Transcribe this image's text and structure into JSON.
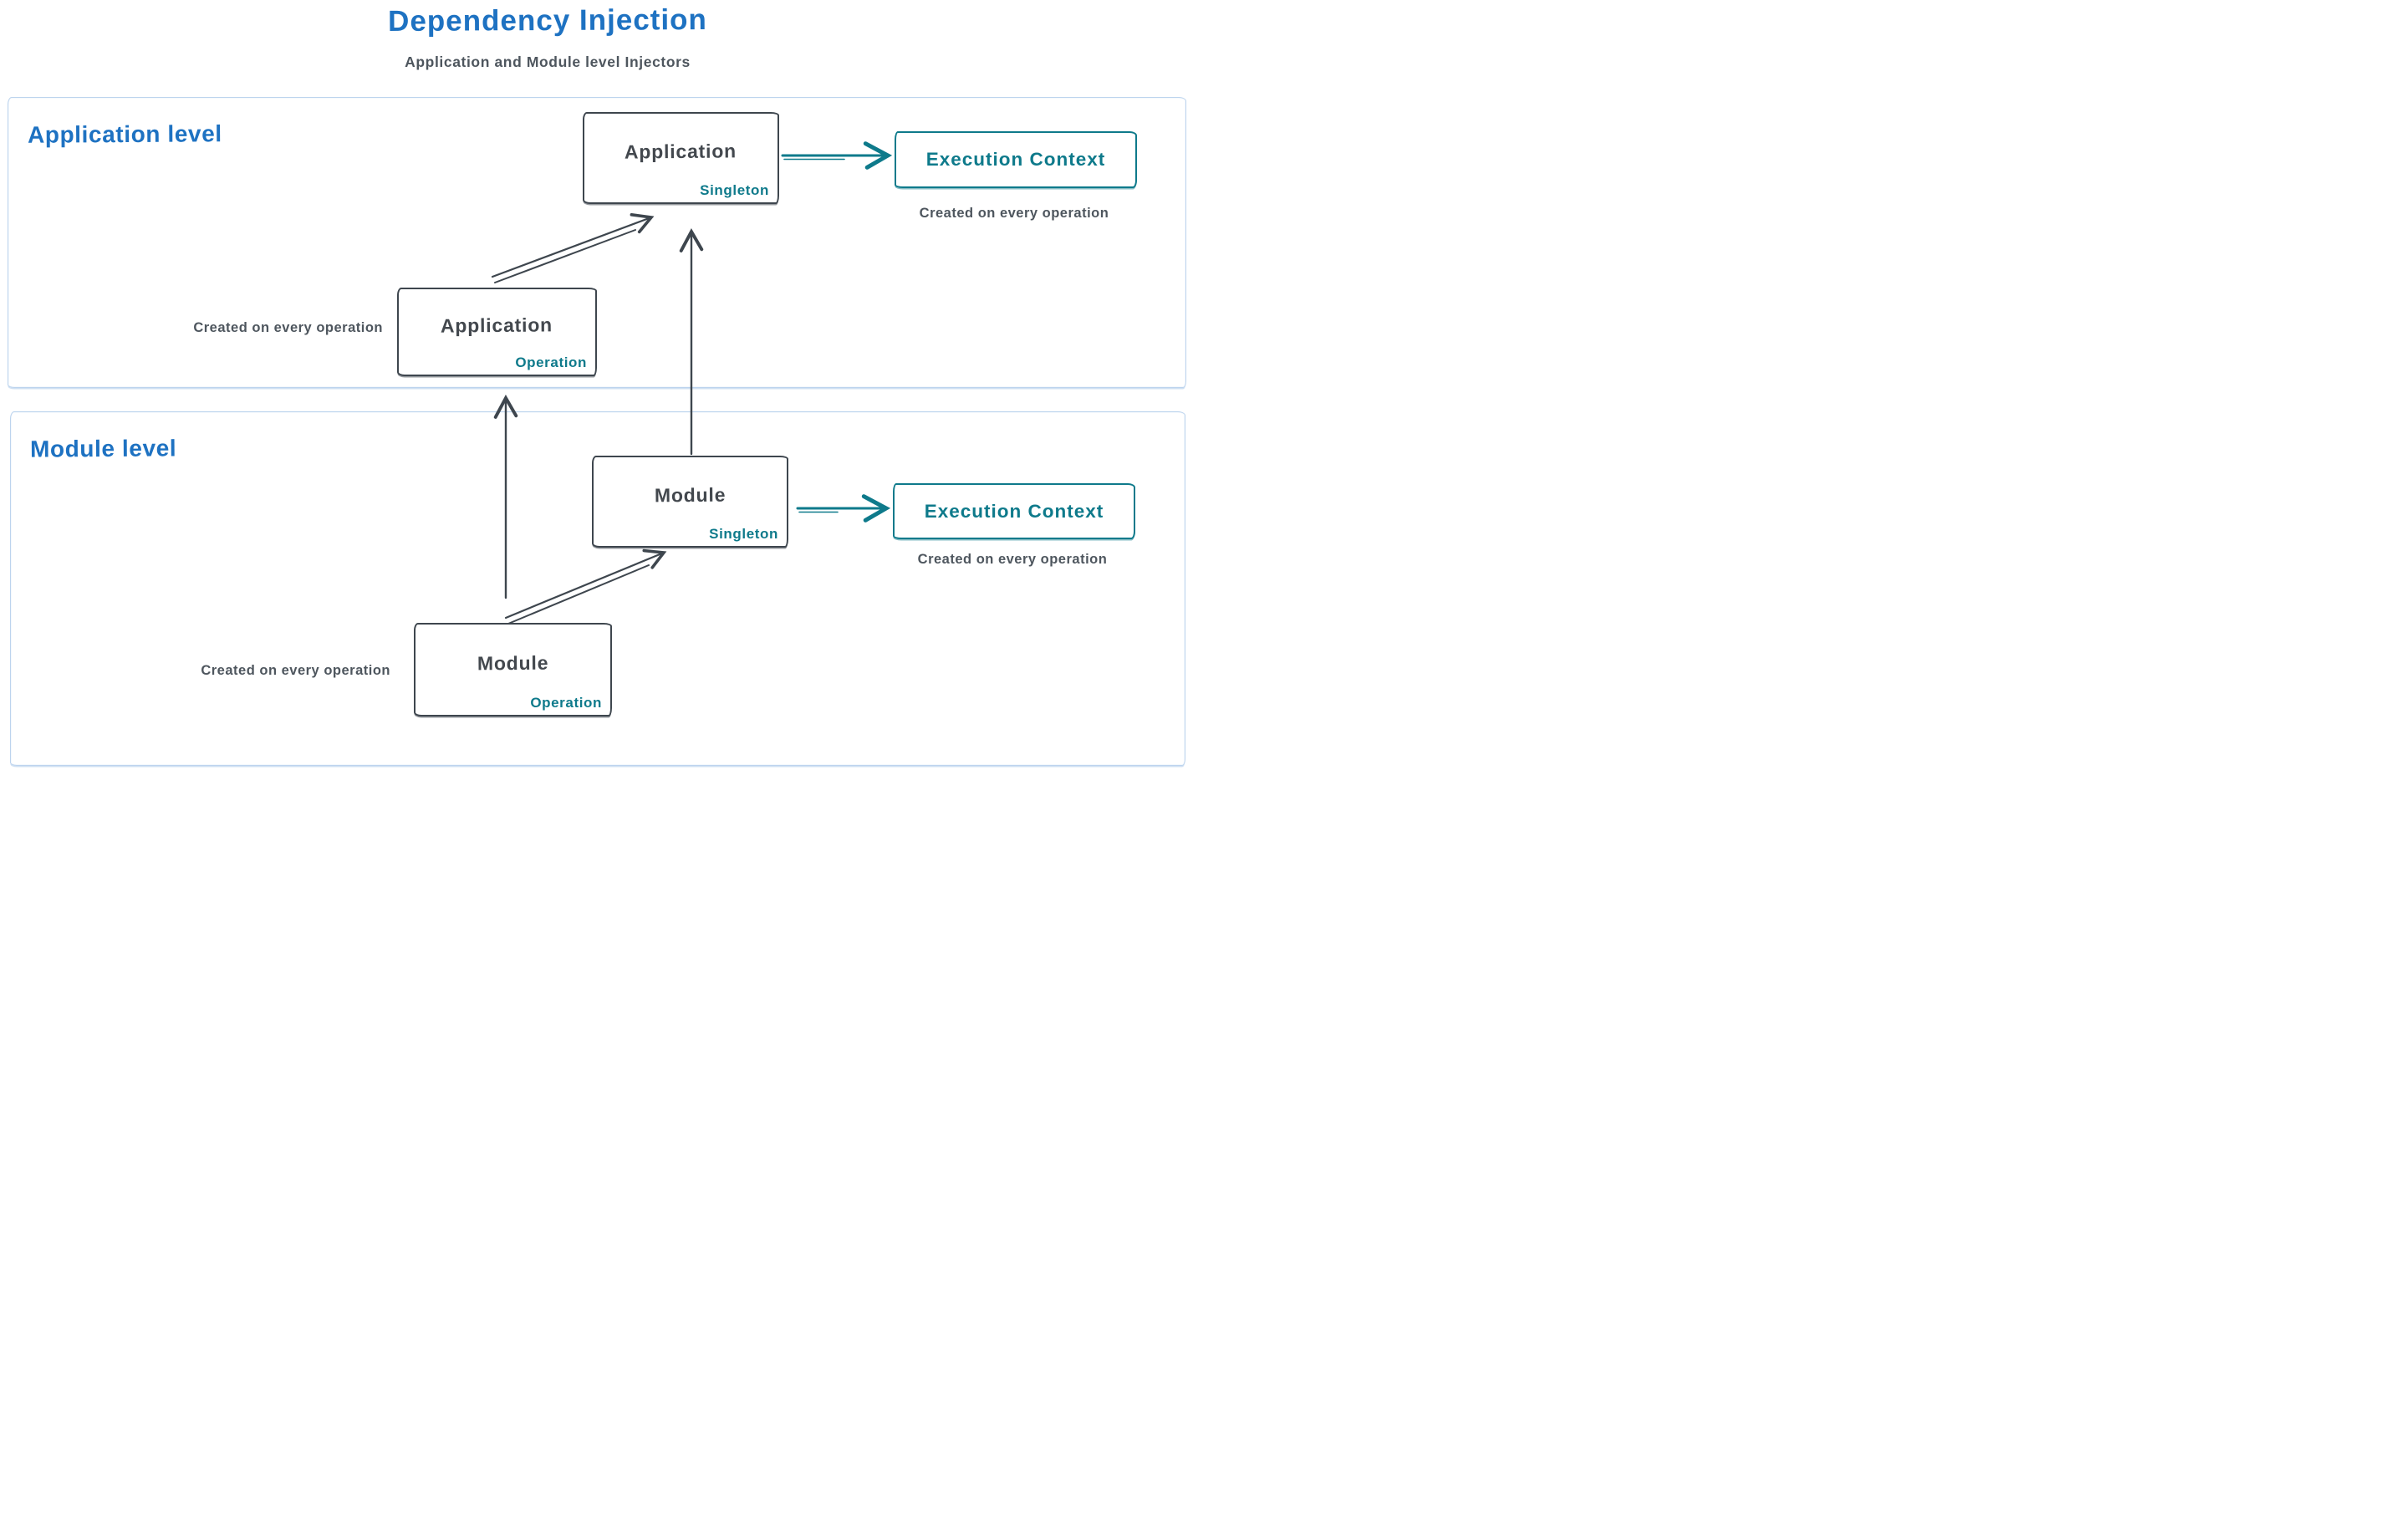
{
  "title": "Dependency Injection",
  "subtitle": "Application and Module level Injectors",
  "palette": {
    "blue": "#1e72c2",
    "dark_stroke": "#3e464e",
    "gray_text": "#4e565e",
    "teal": "#0e7a8b",
    "frame_blue": "#bdd4ee"
  },
  "levels": {
    "application": {
      "label": "Application level",
      "singleton_node": {
        "title": "Application",
        "badge": "Singleton"
      },
      "operation_node": {
        "title": "Application",
        "badge": "Operation",
        "caption": "Created on every operation"
      },
      "execution_context": {
        "title": "Execution Context",
        "caption": "Created on every operation"
      }
    },
    "module": {
      "label": "Module level",
      "singleton_node": {
        "title": "Module",
        "badge": "Singleton"
      },
      "operation_node": {
        "title": "Module",
        "badge": "Operation",
        "caption": "Created on every operation"
      },
      "execution_context": {
        "title": "Execution Context",
        "caption": "Created on every operation"
      }
    }
  },
  "edges": [
    {
      "from": "Application Operation",
      "to": "Application Singleton",
      "color": "dark",
      "style": "sketch-arrow"
    },
    {
      "from": "Application Singleton",
      "to": "Execution Context (application)",
      "color": "teal",
      "style": "sketch-arrow"
    },
    {
      "from": "Module Operation",
      "to": "Module Singleton",
      "color": "dark",
      "style": "sketch-arrow"
    },
    {
      "from": "Module Singleton",
      "to": "Execution Context (module)",
      "color": "teal",
      "style": "sketch-arrow"
    },
    {
      "from": "Module Singleton",
      "to": "Application Singleton",
      "color": "dark",
      "style": "sketch-arrow"
    },
    {
      "from": "Module Operation",
      "to": "Application Operation",
      "color": "dark",
      "style": "sketch-arrow"
    }
  ]
}
